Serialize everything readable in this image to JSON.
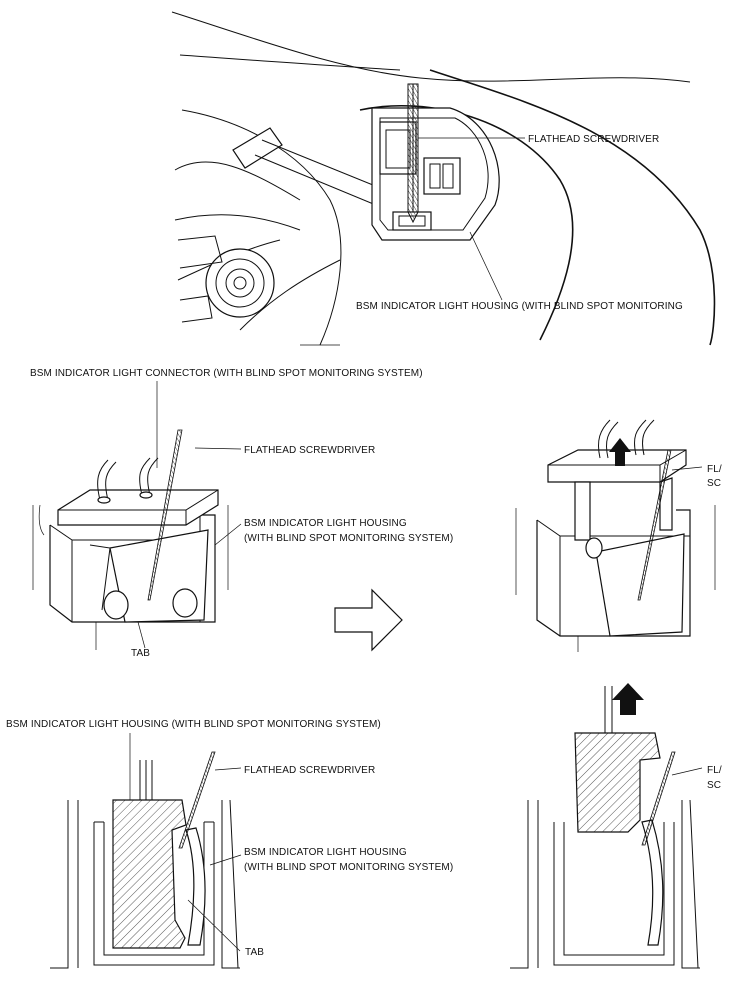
{
  "labels": {
    "top_screwdriver": "FLATHEAD SCREWDRIVER",
    "top_housing": "BSM INDICATOR LIGHT HOUSING (WITH BLIND SPOT MONITORING",
    "mid_connector": "BSM INDICATOR LIGHT CONNECTOR (WITH BLIND SPOT MONITORING SYSTEM)",
    "mid_screwdriver": "FLATHEAD SCREWDRIVER",
    "mid_housing_1": "BSM INDICATOR LIGHT HOUSING",
    "mid_housing_2": "(WITH BLIND SPOT MONITORING SYSTEM)",
    "mid_tab": "TAB",
    "mid_right_cut_1": "FL/",
    "mid_right_cut_2": "SC",
    "bottom_housing": "BSM INDICATOR LIGHT HOUSING (WITH BLIND SPOT MONITORING SYSTEM)",
    "bottom_screwdriver": "FLATHEAD SCREWDRIVER",
    "bottom_housing_1": "BSM INDICATOR LIGHT HOUSING",
    "bottom_housing_2": "(WITH BLIND SPOT MONITORING SYSTEM)",
    "bottom_tab": "TAB",
    "bottom_right_cut_1": "FL/",
    "bottom_right_cut_2": "SC"
  },
  "icons": [
    "right-arrow-icon",
    "up-arrow-icon"
  ]
}
